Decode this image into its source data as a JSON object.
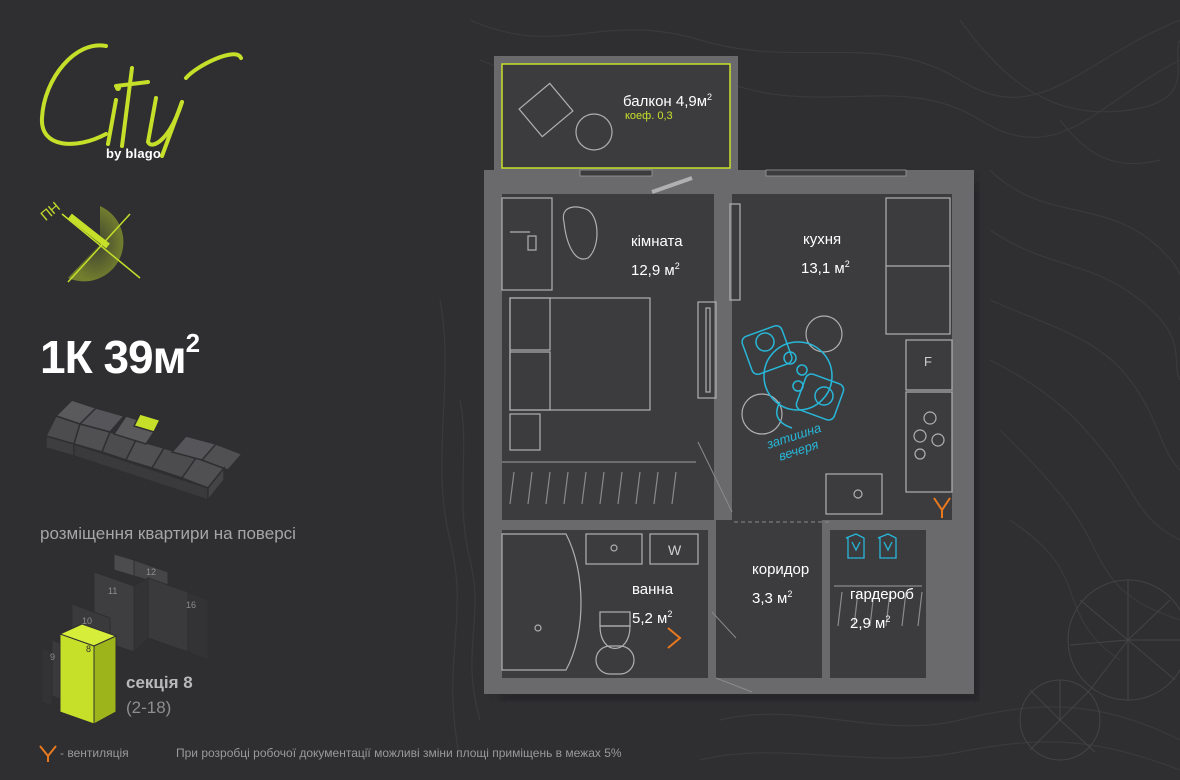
{
  "brand": {
    "logo_text": "City",
    "logo_sub": "by blago",
    "accent_color": "#c6e02a"
  },
  "compass": {
    "label": "ПН",
    "icon": "compass-icon"
  },
  "apartment": {
    "type": "1К",
    "area": "39м",
    "area_sup": "2"
  },
  "floor": {
    "caption": "розміщення квартири на поверсі"
  },
  "section": {
    "label": "секція 8",
    "range": "(2-18)",
    "building_numbers": [
      "12",
      "11",
      "16",
      "10",
      "9",
      "8"
    ]
  },
  "rooms": {
    "balcony": {
      "label": "балкон 4,9м",
      "sup": "2",
      "coef": "коеф. 0,3"
    },
    "room": {
      "label": "кімната",
      "area": "12,9 м",
      "sup": "2"
    },
    "kitchen": {
      "label": "кухня",
      "area": "13,1 м",
      "sup": "2"
    },
    "bath": {
      "label": "ванна",
      "area": "5,2 м",
      "sup": "2"
    },
    "corridor": {
      "label": "коридор",
      "area": "3,3 м",
      "sup": "2"
    },
    "wardrobe": {
      "label": "гардероб",
      "area": "2,9 м",
      "sup": "2"
    }
  },
  "appliances": {
    "fridge": "F",
    "washer": "W"
  },
  "kitchen_note": {
    "line1": "затишна",
    "line2": "вечеря",
    "color": "#28b6d8"
  },
  "legend": {
    "text": "- вентиляція",
    "icon": "ventilation-icon",
    "icon_color": "#e8791f"
  },
  "disclaimer": "При розробці робочої документації можливі зміни площі приміщень в межах 5%"
}
